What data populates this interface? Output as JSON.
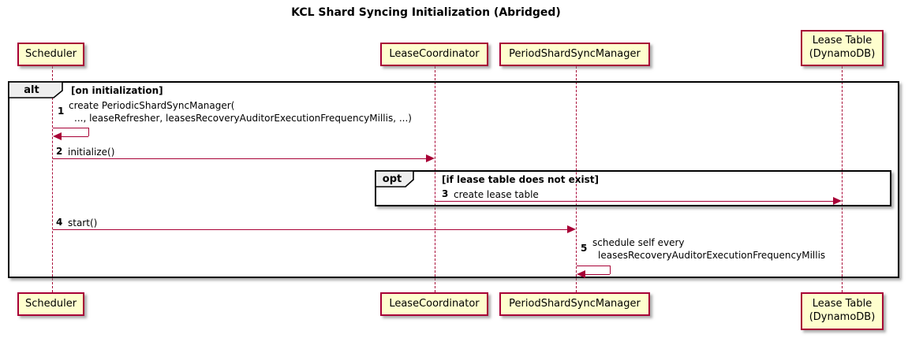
{
  "title": "KCL Shard Syncing Initialization (Abridged)",
  "colors": {
    "participant_fill": "#FEFECE",
    "participant_border": "#A80036",
    "arrow": "#A80036",
    "lifeline": "#A80036",
    "frame_border": "#000000",
    "frame_label_fill": "#EEEEEE",
    "background": "#FFFFFF",
    "text": "#000000"
  },
  "participants": [
    {
      "name": "Scheduler"
    },
    {
      "name": "LeaseCoordinator"
    },
    {
      "name": "PeriodShardSyncManager"
    },
    {
      "name": "Lease Table",
      "name_line2": "(DynamoDB)"
    }
  ],
  "frames": {
    "alt": {
      "keyword": "alt",
      "condition": "[on initialization]"
    },
    "opt": {
      "keyword": "opt",
      "condition": "[if lease table does not exist]"
    }
  },
  "messages": [
    {
      "num": "1",
      "line1": "create PeriodicShardSyncManager(",
      "line2": "..., leaseRefresher, leasesRecoveryAuditorExecutionFrequencyMillis, ...)",
      "kind": "self",
      "from": "Scheduler",
      "to": "Scheduler"
    },
    {
      "num": "2",
      "text": "initialize()",
      "from": "Scheduler",
      "to": "LeaseCoordinator"
    },
    {
      "num": "3",
      "text": "create lease table",
      "from": "LeaseCoordinator",
      "to": "Lease Table (DynamoDB)"
    },
    {
      "num": "4",
      "text": "start()",
      "from": "Scheduler",
      "to": "PeriodShardSyncManager"
    },
    {
      "num": "5",
      "line1": "schedule self every",
      "line2": "leasesRecoveryAuditorExecutionFrequencyMillis",
      "kind": "self",
      "from": "PeriodShardSyncManager",
      "to": "PeriodShardSyncManager"
    }
  ]
}
